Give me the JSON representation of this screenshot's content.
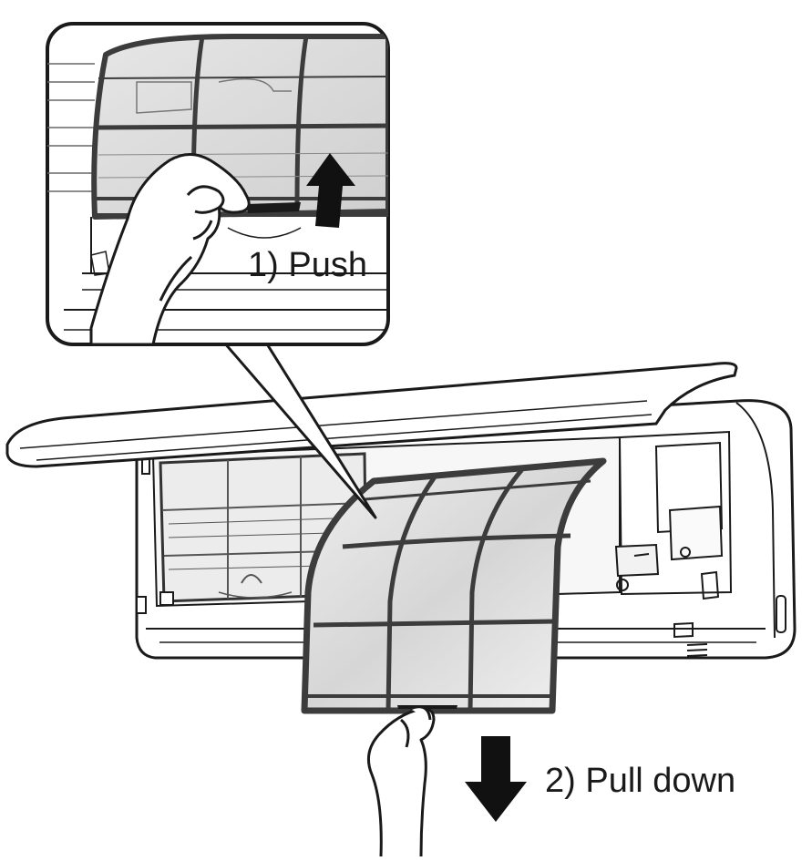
{
  "steps": [
    {
      "label": "1) Push",
      "arrow": "up"
    },
    {
      "label": "2) Pull down",
      "arrow": "down"
    }
  ],
  "colors": {
    "line": "#1a1a1a",
    "filter_gray": "#cfcfcf",
    "frame_dark": "#3c3c3c",
    "arrow": "#111111",
    "unit_fill": "#ffffff"
  }
}
